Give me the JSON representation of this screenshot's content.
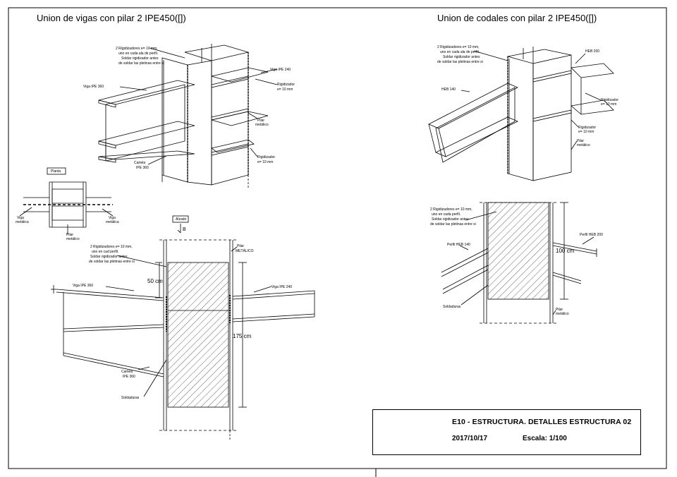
{
  "titles": {
    "left": "Union de vigas con pilar 2 IPE450([])",
    "right": "Union de codales con pilar 2 IPE450([])"
  },
  "labels_left_iso": {
    "rig_note": [
      "2 Rigidizadores e= 10 mm,",
      "uno en cada ala de perfil.",
      "Soldar rigidizador antes",
      "de soldar las pletinas entre si"
    ],
    "viga_ipe360": "Viga IPE 360",
    "viga_ipe240": "Viga IPE 240",
    "rigidizador": "Rigidizador",
    "rigidizador_e": "e= 10 mm",
    "pilar": "Pilar",
    "pilar_sub": "metálico",
    "rigidizador2": "Rigidizador",
    "rigidizador2_e": "e= 10 mm",
    "cartela": "Cartela",
    "cartela_sub": "IPE 360"
  },
  "labels_planta": {
    "heading": "Planta",
    "viga_l": "Viga",
    "viga_l_sub": "metálica",
    "viga_r": "Viga",
    "viga_r_sub": "metálica",
    "pilar": "Pilar",
    "pilar_sub": "metálico"
  },
  "labels_alzado": {
    "heading": "Alzado",
    "section_mark": "B",
    "rig_note": [
      "2 Rigidizadores e= 10 mm,",
      "uno en cad perfil.",
      "Soldar rigidizador antes",
      "de soldar las pletinas entre si"
    ],
    "pilar": "Pilar",
    "pilar_sub": "METÁLICO",
    "viga_ipe360": "Viga IPE 360",
    "viga_ipe240": "Viga IPE 240",
    "dim_50": "50  cm",
    "dim_175": "175  cm",
    "cartela": "Cartela",
    "cartela_sub": "IPE 360",
    "soldaduras": "Soldaduras"
  },
  "labels_right_iso": {
    "rig_note": [
      "2 Rigidizadores e= 10 mm,",
      "uno en cada ala de perfil.",
      "Soldar rigidizador antes",
      "de soldar las pletinas entre si"
    ],
    "heb200": "HEB 200",
    "heb140": "HEB 140",
    "rigidizador": "Rigidizador",
    "rigidizador_e": "e= 10 mm",
    "rigidizador2": "Rigidizador",
    "rigidizador2_e": "e= 10 mm",
    "pilar": "Pilar",
    "pilar_sub": "metálico"
  },
  "labels_right_elev": {
    "rig_note": [
      "2 Rigidizadores e= 10 mm,",
      "uno en cada perfil.",
      "Soldar rigidizador antes",
      "de soldar las pletinas entre si"
    ],
    "perfil_heb200": "Perfil HEB 200",
    "perfil_heb140": "Perfil HEB 140",
    "dim_100": "100  cm",
    "soldaduras": "Soldaduras",
    "pilar": "Pilar",
    "pilar_sub": "metálico"
  },
  "cartouche": {
    "title": "E10 - ESTRUCTURA. DETALLES ESTRUCTURA 02",
    "date": "2017/10/17",
    "scale": "Escala: 1/100"
  }
}
